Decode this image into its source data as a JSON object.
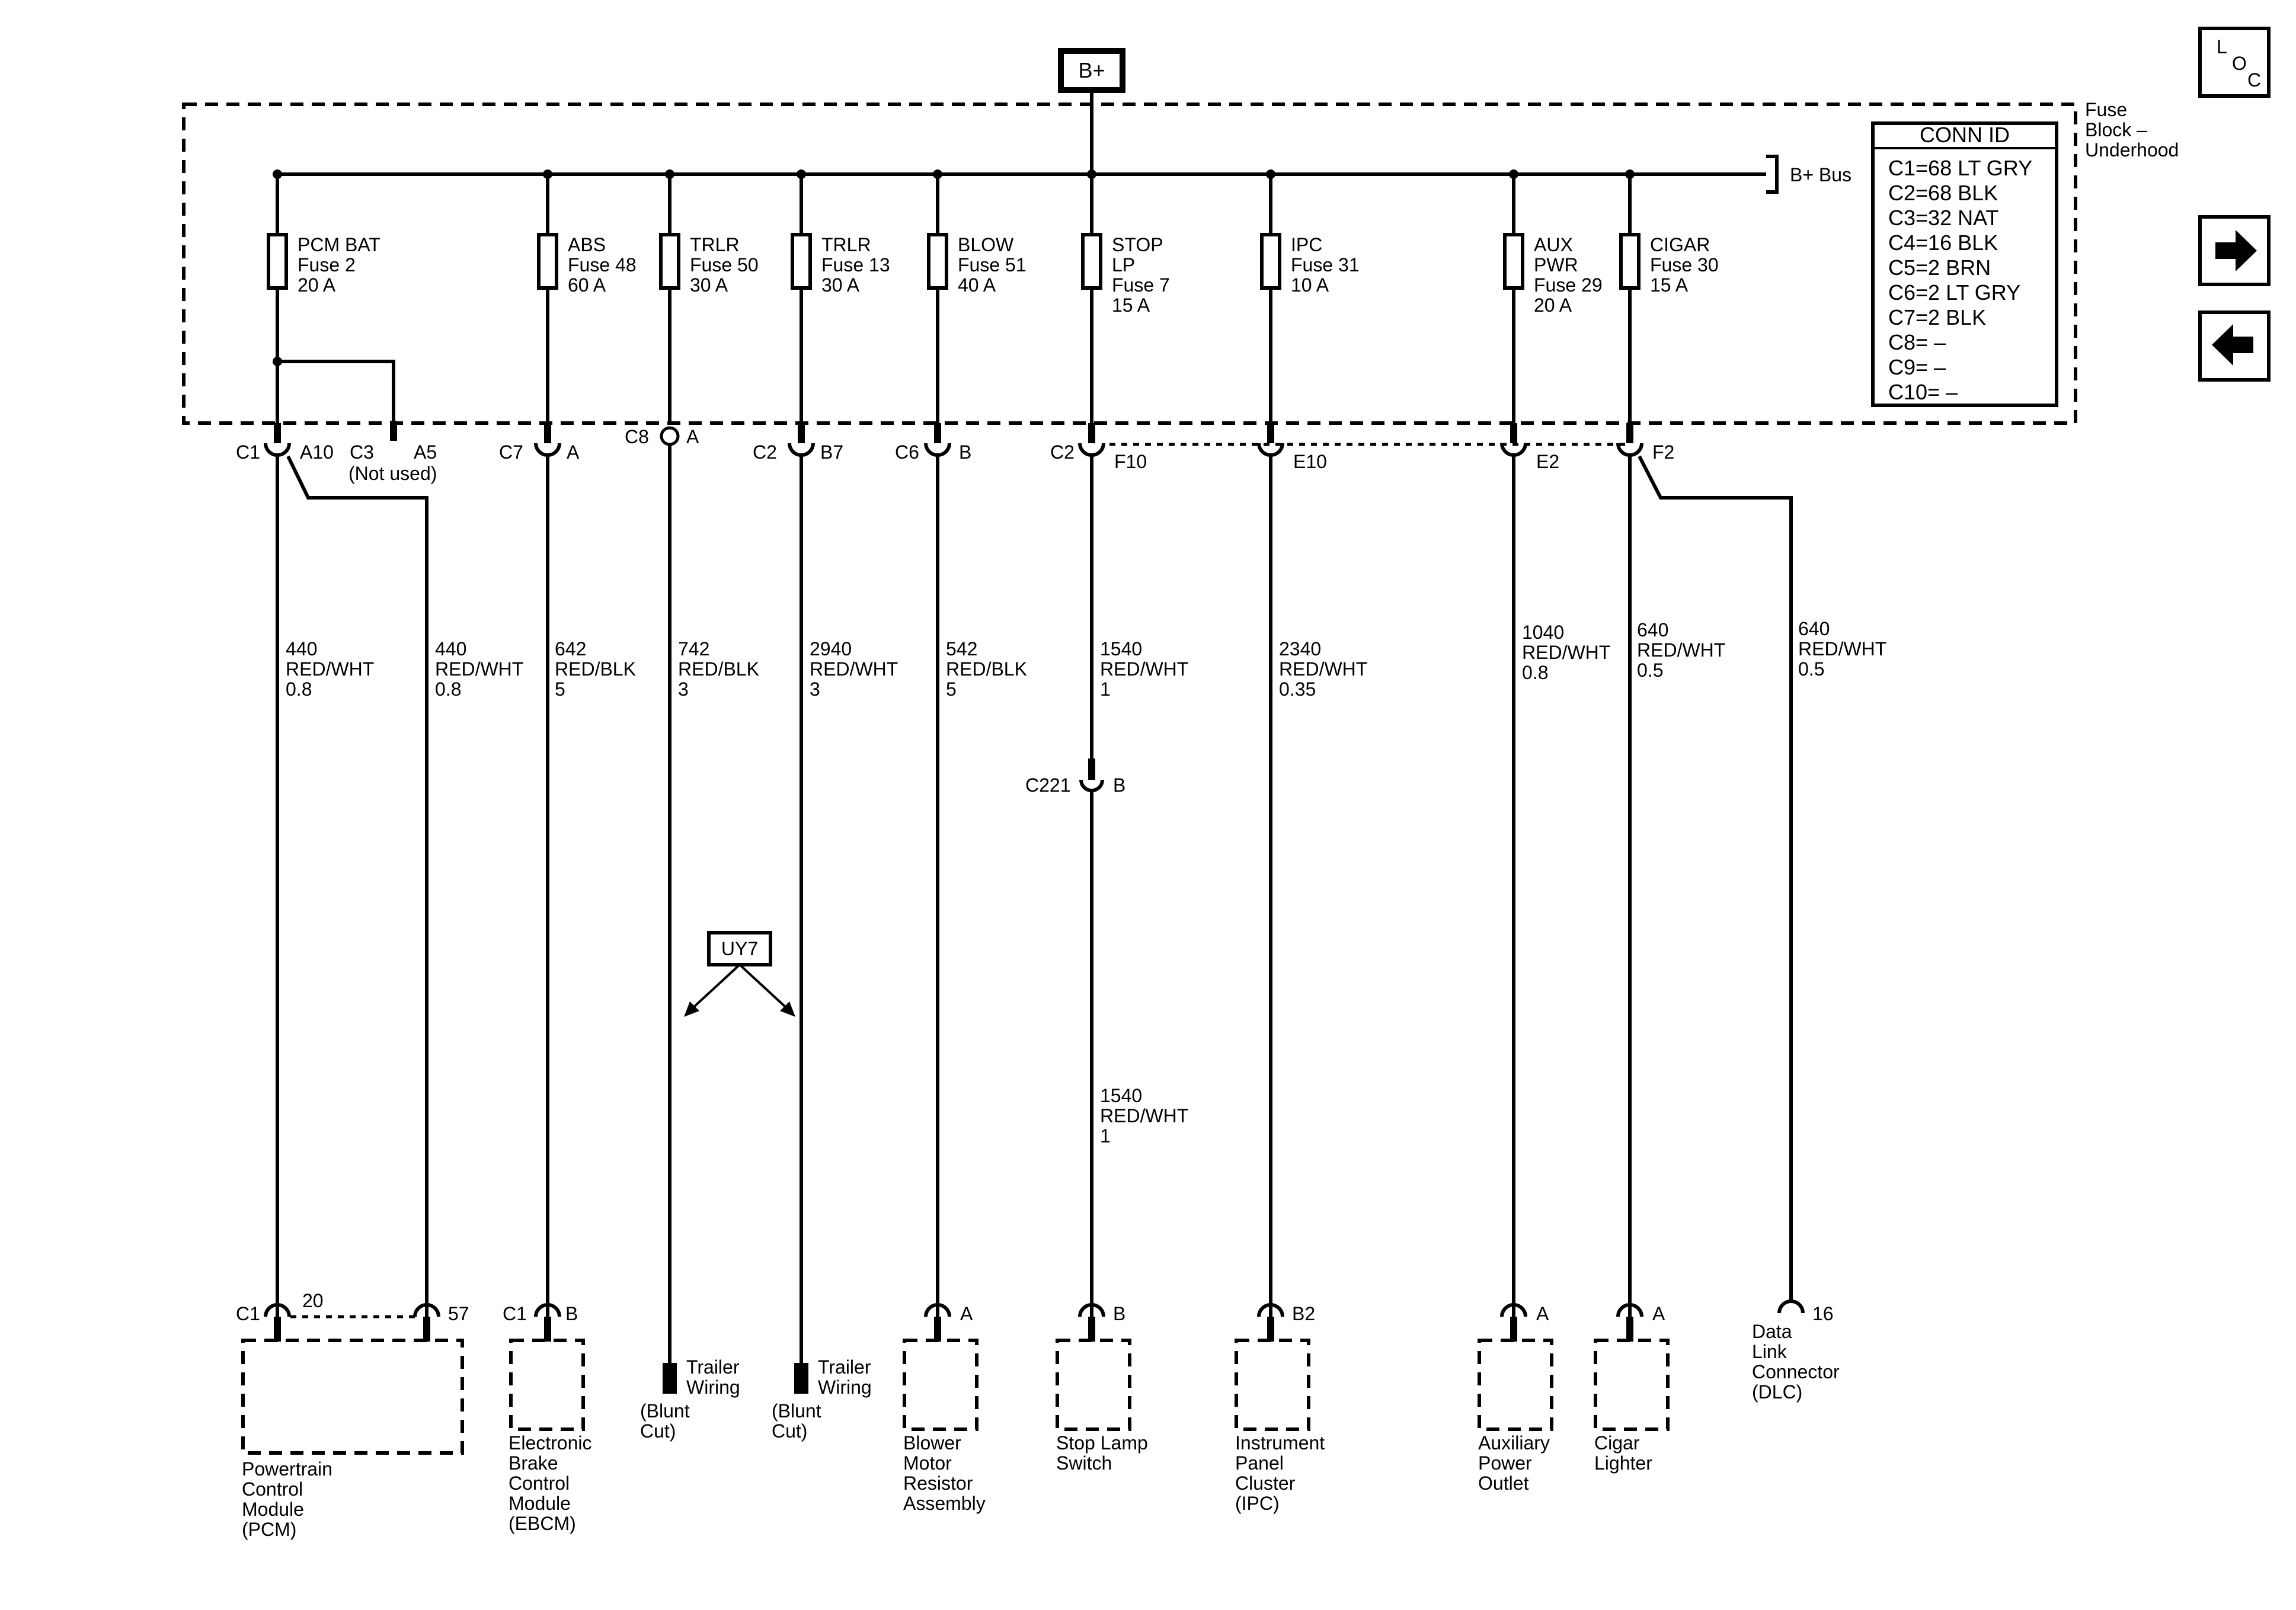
{
  "power_source": "B+",
  "loc_label": [
    "L",
    "O",
    "C"
  ],
  "fuse_block": {
    "title": [
      "Fuse",
      "Block –",
      "Underhood"
    ],
    "bus": "B+ Bus"
  },
  "conn_id": {
    "title": "CONN ID",
    "rows": [
      "C1=68 LT GRY",
      "C2=68 BLK",
      "C3=32 NAT",
      "C4=16 BLK",
      "C5=2 BRN",
      "C6=2 LT GRY",
      "C7=2 BLK",
      "C8= –",
      "C9= –",
      "C10= –"
    ]
  },
  "fuses": [
    [
      "PCM BAT",
      "Fuse 2",
      "20 A"
    ],
    [
      "ABS",
      "Fuse 48",
      "60 A"
    ],
    [
      "TRLR",
      "Fuse 50",
      "30 A"
    ],
    [
      "TRLR",
      "Fuse 13",
      "30 A"
    ],
    [
      "BLOW",
      "Fuse 51",
      "40 A"
    ],
    [
      "STOP",
      "LP",
      "Fuse 7",
      "15 A"
    ],
    [
      "IPC",
      "Fuse 31",
      "10 A"
    ],
    [
      "AUX",
      "PWR",
      "Fuse 29",
      "20 A"
    ],
    [
      "CIGAR",
      "Fuse 30",
      "15 A"
    ]
  ],
  "connectors_top": [
    {
      "conn": "C1",
      "pin": "A10"
    },
    {
      "conn": "C3",
      "pin": "A5",
      "note": "(Not used)"
    },
    {
      "conn": "C7",
      "pin": "A"
    },
    {
      "conn": "C8",
      "pin": "A"
    },
    {
      "conn": "C2",
      "pin": "B7"
    },
    {
      "conn": "C6",
      "pin": "B"
    },
    {
      "conn": "C2",
      "pin": "F10"
    },
    {
      "conn": "",
      "pin": "E10"
    },
    {
      "conn": "",
      "pin": "E2"
    },
    {
      "conn": "",
      "pin": "F2"
    }
  ],
  "wires": [
    [
      "440",
      "RED/WHT",
      "0.8"
    ],
    [
      "440",
      "RED/WHT",
      "0.8"
    ],
    [
      "642",
      "RED/BLK",
      "5"
    ],
    [
      "742",
      "RED/BLK",
      "3"
    ],
    [
      "2940",
      "RED/WHT",
      "3"
    ],
    [
      "542",
      "RED/BLK",
      "5"
    ],
    [
      "1540",
      "RED/WHT",
      "1"
    ],
    [
      "2340",
      "RED/WHT",
      "0.35"
    ],
    [
      "1040",
      "RED/WHT",
      "0.8"
    ],
    [
      "640",
      "RED/WHT",
      "0.5"
    ],
    [
      "640",
      "RED/WHT",
      "0.5"
    ],
    [
      "1540",
      "RED/WHT",
      "1"
    ]
  ],
  "inline_connector": {
    "conn": "C221",
    "pin": "B"
  },
  "option_code": "UY7",
  "bottom_pins": [
    {
      "conn": "C1",
      "pin": "20"
    },
    {
      "conn": "",
      "pin": "57"
    },
    {
      "conn": "C1",
      "pin": "B"
    },
    {
      "conn": "",
      "pin": "A"
    },
    {
      "conn": "",
      "pin": "B"
    },
    {
      "conn": "",
      "pin": "B2"
    },
    {
      "conn": "",
      "pin": "A"
    },
    {
      "conn": "",
      "pin": "A"
    },
    {
      "conn": "",
      "pin": "16"
    }
  ],
  "trailer": [
    [
      "Trailer",
      "Wiring",
      "(Blunt",
      "Cut)"
    ],
    [
      "Trailer",
      "Wiring",
      "(Blunt",
      "Cut)"
    ]
  ],
  "components": [
    [
      "Powertrain",
      "Control",
      "Module",
      "(PCM)"
    ],
    [
      "Electronic",
      "Brake",
      "Control",
      "Module",
      "(EBCM)"
    ],
    [
      "Blower",
      "Motor",
      "Resistor",
      "Assembly"
    ],
    [
      "Stop Lamp",
      "Switch"
    ],
    [
      "Instrument",
      "Panel",
      "Cluster",
      "(IPC)"
    ],
    [
      "Auxiliary",
      "Power",
      "Outlet"
    ],
    [
      "Cigar",
      "Lighter"
    ],
    [
      "Data",
      "Link",
      "Connector",
      "(DLC)"
    ]
  ],
  "nav": {
    "next_icon": "arrow-right-icon",
    "prev_icon": "arrow-left-icon"
  }
}
